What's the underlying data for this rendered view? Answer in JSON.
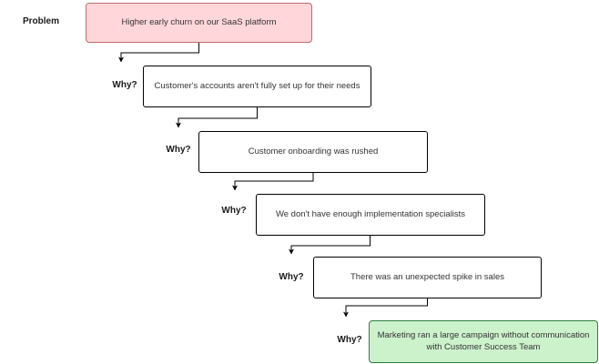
{
  "canvas": {
    "background": "#ffffff"
  },
  "labels": {
    "problem": "Problem",
    "why": "Why?"
  },
  "colors": {
    "problem_fill": "#ffd7da",
    "problem_border": "#bf6b6e",
    "answer_fill": "#ffffff",
    "answer_border": "#000000",
    "root_cause_fill": "#ccf2cb",
    "root_cause_border": "#2e7d44",
    "connector": "#000000",
    "text": "#333333"
  },
  "nodes": {
    "problem": {
      "label": "Higher early churn on our SaaS platform"
    },
    "why1": {
      "label": "Customer's accounts aren't fully set up for their needs"
    },
    "why2": {
      "label": "Customer onboarding was rushed"
    },
    "why3": {
      "label": "We don't have enough implementation specialists"
    },
    "why4": {
      "label": "There was an unexpected spike in sales"
    },
    "root_cause": {
      "label": "Marketing ran a large campaign without communication with Customer Success Team"
    }
  },
  "edges": [
    {
      "from": "problem",
      "to": "why1"
    },
    {
      "from": "why1",
      "to": "why2"
    },
    {
      "from": "why2",
      "to": "why3"
    },
    {
      "from": "why3",
      "to": "why4"
    },
    {
      "from": "why4",
      "to": "root_cause"
    }
  ]
}
